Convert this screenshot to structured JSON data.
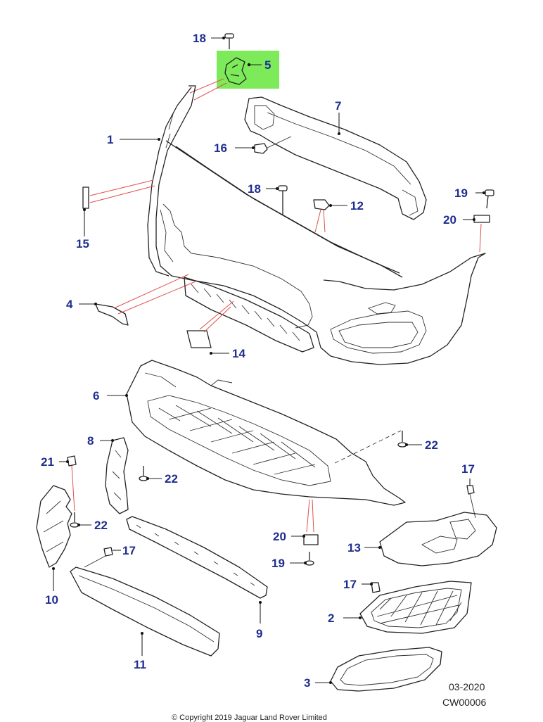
{
  "highlight_color": "#7dea5a",
  "label_color": "#1f2f8f",
  "footer": {
    "date": "03-2020",
    "code": "CW00006",
    "copyright": "© Copyright 2019 Jaguar Land Rover Limited"
  },
  "callouts": {
    "c1": "1",
    "c2": "2",
    "c3": "3",
    "c4": "4",
    "c5": "5",
    "c6": "6",
    "c7": "7",
    "c8": "8",
    "c9": "9",
    "c10": "10",
    "c11": "11",
    "c12": "12",
    "c13": "13",
    "c14": "14",
    "c15": "15",
    "c16": "16",
    "c17a": "17",
    "c17b": "17",
    "c17c": "17",
    "c18a": "18",
    "c18b": "18",
    "c19a": "19",
    "c19b": "19",
    "c20a": "20",
    "c20b": "20",
    "c21": "21",
    "c22a": "22",
    "c22b": "22",
    "c22c": "22"
  }
}
